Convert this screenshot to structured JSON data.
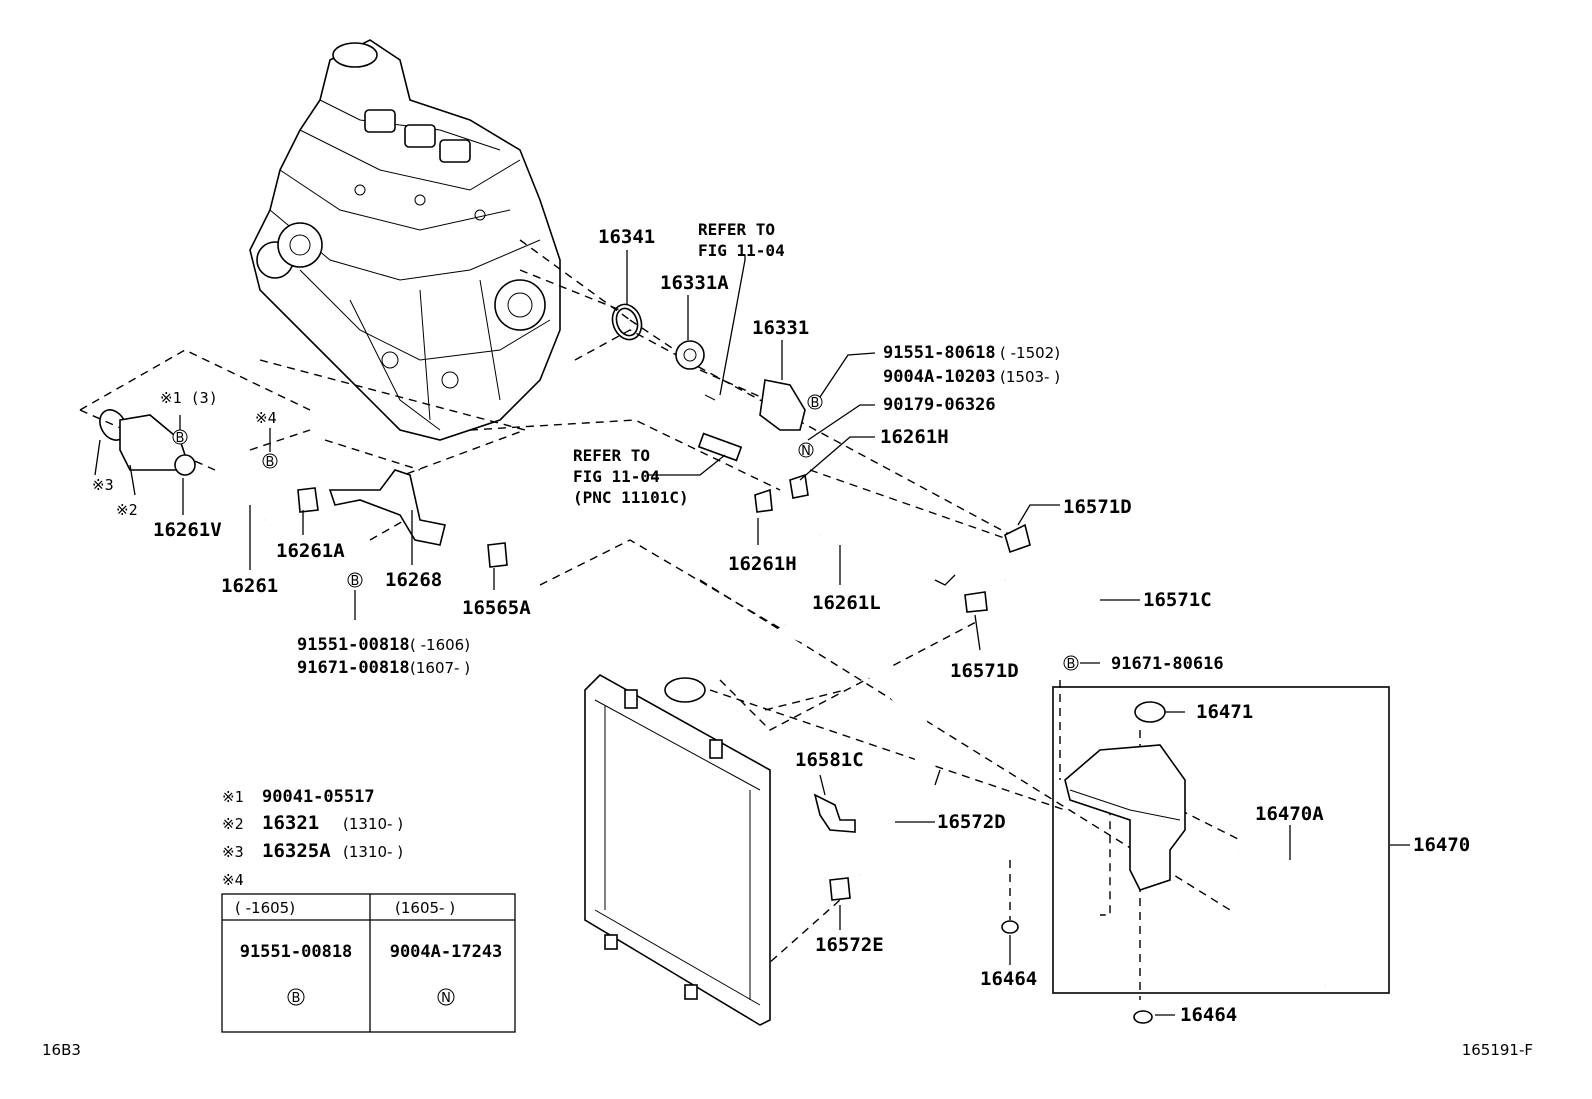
{
  "diagram": {
    "corner_left": "16B3",
    "corner_right": "165191-F",
    "refer_top": {
      "line1": "REFER TO",
      "line2": "FIG 11-04"
    },
    "refer_mid": {
      "line1": "REFER TO",
      "line2": "FIG 11-04",
      "line3": "(PNC 11101C)"
    },
    "parts": {
      "p16341": "16341",
      "p16331A": "16331A",
      "p16331": "16331",
      "p16261H_a": "16261H",
      "p16261H_b": "16261H",
      "p16261L": "16261L",
      "p16571D_a": "16571D",
      "p16571C": "16571C",
      "p16571D_b": "16571D",
      "p16261V": "16261V",
      "p16261A": "16261A",
      "p16261": "16261",
      "p16268": "16268",
      "p16565A": "16565A",
      "p16581C": "16581C",
      "p16572D": "16572D",
      "p16572E": "16572E",
      "p16471": "16471",
      "p16470A": "16470A",
      "p16470": "16470",
      "p16464_a": "16464",
      "p16464_b": "16464",
      "b_91671_80616": "91671-80616",
      "bolt_91551_80618": "91551-80618",
      "bolt_91551_80618_date": "(    -1502)",
      "bolt_9004A_10203": "9004A-10203",
      "bolt_9004A_10203_date": "(1503-    )",
      "nut_90179_06326": "90179-06326",
      "bolt_91551_00818": "91551-00818",
      "bolt_91551_00818_date": "(    -1606)",
      "bolt_91671_00818": "91671-00818",
      "bolt_91671_00818_date": "(1607-    )"
    },
    "marks": {
      "m1_3": "※1 (3)",
      "m4": "※4",
      "m3": "※3",
      "m2": "※2",
      "b": "B",
      "n": "N"
    },
    "legend": {
      "r1_mark": "※1",
      "r1_pn": "90041-05517",
      "r2_mark": "※2",
      "r2_pn": "16321",
      "r2_date": "(1310-    )",
      "r3_mark": "※3",
      "r3_pn": "16325A",
      "r3_date": "(1310-    )",
      "r4_mark": "※4",
      "table_h1": "(    -1605)",
      "table_h2": "(1605-    )",
      "table_c1": "91551-00818",
      "table_c2": "9004A-17243",
      "table_m1": "B",
      "table_m2": "N"
    }
  }
}
